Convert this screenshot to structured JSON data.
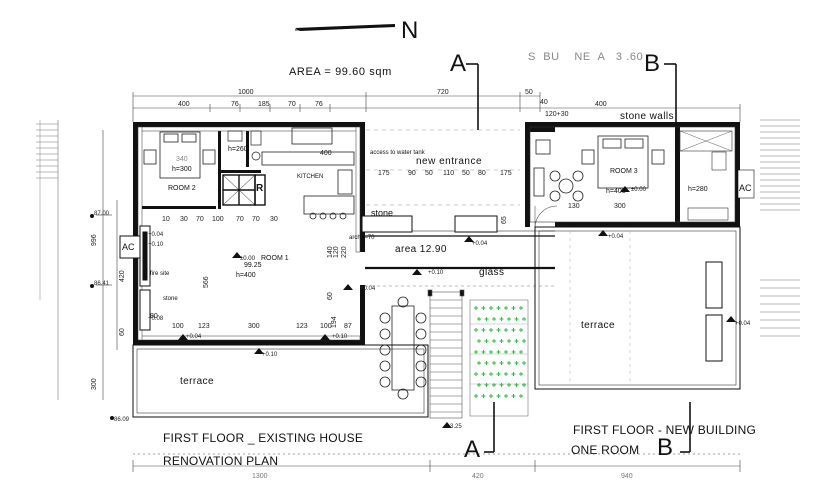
{
  "north_label": "N",
  "area_label": "AREA = 99.60 sqm",
  "partial_title": "S  BU    NE  A   3 .60",
  "section_markers": {
    "a_top": "A",
    "b_top": "B",
    "a_bottom": "A",
    "b_bottom": "B"
  },
  "captions": {
    "existing_line1": "FIRST FLOOR _ EXISTING HOUSE",
    "existing_line2": "RENOVATION PLAN",
    "new_line1": "FIRST FLOOR - NEW BUILDING",
    "new_line2": "ONE ROOM"
  },
  "rooms": {
    "room1": "ROOM 1",
    "room1_h": "h=400",
    "room1_area": "99.25",
    "room1_lvl": "±0.00",
    "room2": "ROOM 2",
    "room2_h": "h=300",
    "room2_w": "340",
    "room3": "ROOM 3",
    "room3_h": "h=400",
    "room3_lvl": "±0.00",
    "kitchen": "KITCHEN",
    "bath_h": "h=260",
    "bath2_h": "h=280",
    "fridge": "R"
  },
  "labels": {
    "new_entrance": "new entrance",
    "access_water": "access to water tank",
    "stone_walls": "stone walls",
    "stone": "stone",
    "stone_small": "stone",
    "fire_site": "fire site",
    "area_129": "area 12.90",
    "glass": "glass",
    "arch": "arch r=70",
    "terrace_left": "terrace",
    "terrace_right": "terrace",
    "ac_left": "AC",
    "ac_right": "AC"
  },
  "dims_top": [
    "1000",
    "720",
    "50",
    "40",
    "400",
    "76",
    "185",
    "70",
    "76",
    "120+30",
    "400"
  ],
  "dims_inner": [
    "400",
    "175",
    "90",
    "50",
    "110",
    "50",
    "80",
    "175",
    "130",
    "300",
    "65"
  ],
  "dims_bottom": [
    "1300",
    "420",
    "940"
  ],
  "dims_misc": [
    "566",
    "996",
    "420",
    "300",
    "60",
    "80",
    "100",
    "123",
    "300",
    "123",
    "100",
    "87",
    "10",
    "30",
    "70",
    "100",
    "70",
    "70",
    "30",
    "194",
    "120",
    "220",
    "140",
    "60"
  ],
  "levels": [
    "+0.04",
    "+0.10",
    "+0.10",
    "+0.04",
    "+0.10",
    "+0.04",
    "+0.04",
    "+0.04",
    "+0.04",
    "+0.10",
    "+0.08",
    "+0.00",
    "+0.00",
    "+0.04",
    "+0.25",
    "3.25"
  ],
  "elevations": [
    "87.00",
    "86.41",
    "86.09"
  ]
}
